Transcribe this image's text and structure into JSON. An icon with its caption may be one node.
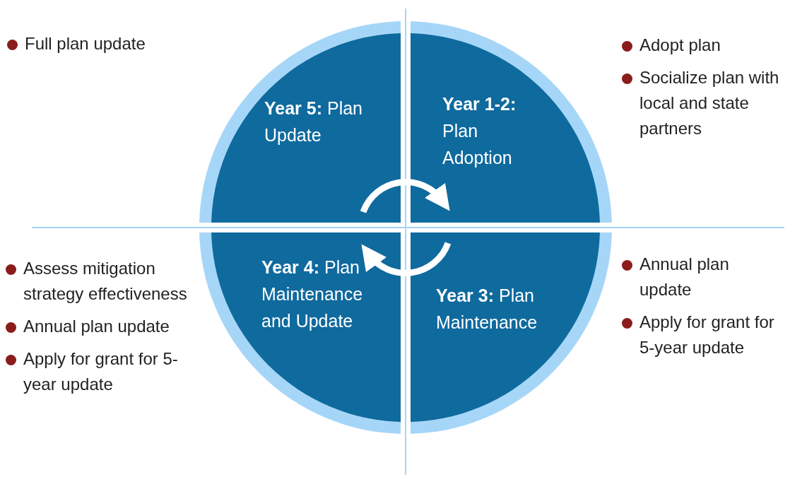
{
  "diagram": {
    "nodes": [
      {
        "text": [
          "**Year 5:** Plan Update"
        ],
        "beside": [
          "Full plan update"
        ]
      },
      {
        "text": [
          "**Year 1-2:** Plan Adoption"
        ],
        "beside": [
          "Adopt plan",
          "Socialize plan with local and state partners"
        ]
      },
      {
        "text": [
          "**Year 4:** Plan Maintenance and Update"
        ],
        "beside": [
          "Assess mitigation strategy effectiveness",
          "Annual plan update",
          "Apply for grant for 5-year update"
        ]
      },
      {
        "text": [
          "**Year 3:** Plan Maintenance"
        ],
        "beside": [
          "Annual plan update",
          "Apply for grant for 5-year update"
        ]
      }
    ]
  }
}
